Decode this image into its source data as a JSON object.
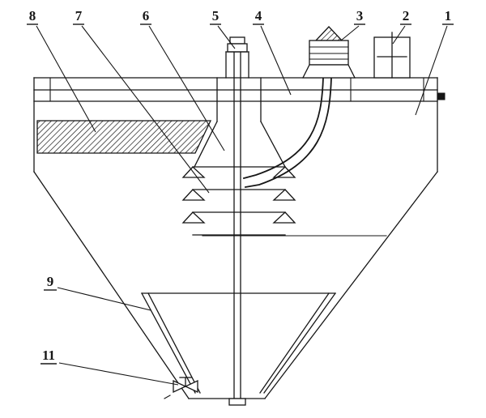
{
  "figure": {
    "background_color": "#ffffff",
    "line_color": "#161616",
    "part_labels": [
      {
        "id": "8",
        "text": "8"
      },
      {
        "id": "7",
        "text": "7"
      },
      {
        "id": "6",
        "text": "6"
      },
      {
        "id": "5",
        "text": "5"
      },
      {
        "id": "4",
        "text": "4"
      },
      {
        "id": "3",
        "text": "3"
      },
      {
        "id": "2",
        "text": "2"
      },
      {
        "id": "1",
        "text": "1"
      },
      {
        "id": "9",
        "text": "9"
      },
      {
        "id": "11",
        "text": "11"
      }
    ]
  }
}
